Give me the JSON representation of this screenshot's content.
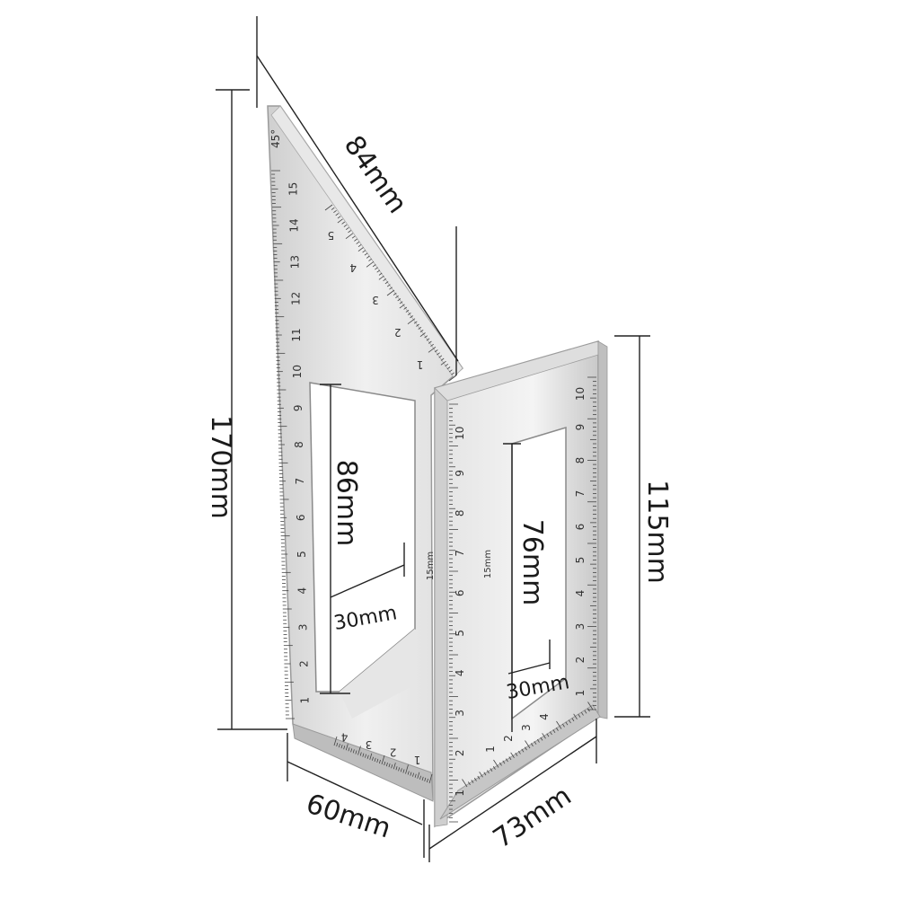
{
  "dimensions": {
    "total_height": "170mm",
    "hypotenuse": "84mm",
    "left_window_height": "86mm",
    "left_window_width": "30mm",
    "right_window_height": "76mm",
    "right_window_width": "30mm",
    "right_height": "115mm",
    "left_base": "60mm",
    "right_base": "73mm",
    "left_slot_mark": "15mm",
    "right_slot_mark": "15mm"
  },
  "scales": {
    "left_vertical": [
      "15",
      "14",
      "13",
      "12",
      "11",
      "10",
      "9",
      "8",
      "7",
      "6",
      "5",
      "4",
      "3",
      "2",
      "1"
    ],
    "left_angle": "45°",
    "hypotenuse_scale": [
      "5",
      "4",
      "3",
      "2",
      "1"
    ],
    "left_bottom": [
      "4",
      "3",
      "2",
      "1"
    ],
    "right_vertical": [
      "10",
      "9",
      "8",
      "7",
      "6",
      "5",
      "4",
      "3",
      "2",
      "1"
    ],
    "right_vertical_outer": [
      "10",
      "9",
      "8",
      "7",
      "6",
      "5",
      "4",
      "3",
      "2",
      "1"
    ],
    "right_bottom": [
      "1",
      "2",
      "3",
      "4"
    ]
  },
  "colors": {
    "metal_light": "#f2f2f2",
    "metal_mid": "#d9d9d9",
    "metal_dark": "#a8a8a8",
    "line": "#222222"
  }
}
